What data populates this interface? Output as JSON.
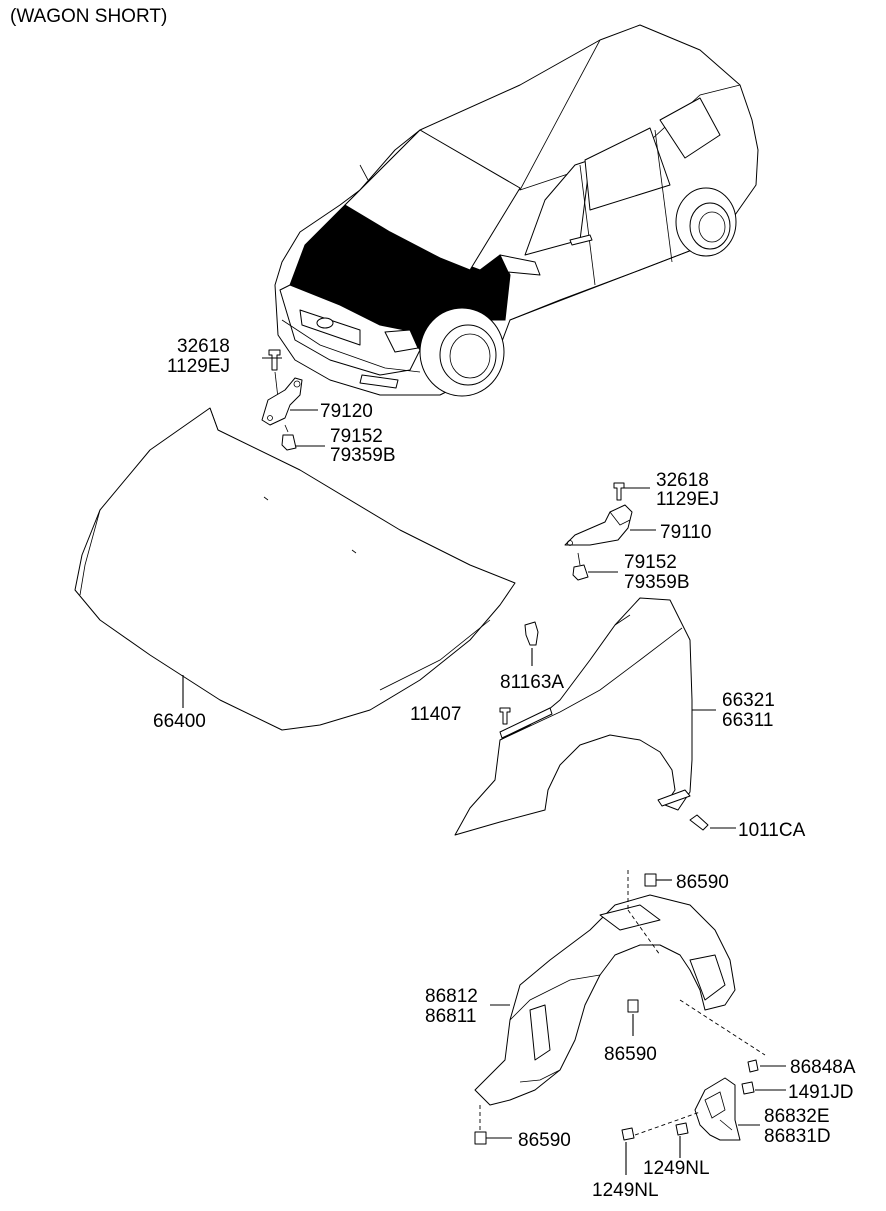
{
  "header": {
    "variant": "(WAGON SHORT)"
  },
  "labels": {
    "hood": "66400",
    "left_hinge_bolt_a": "32618",
    "left_hinge_bolt_b": "1129EJ",
    "left_hinge": "79120",
    "left_hinge_nut_a": "79152",
    "left_hinge_nut_b": "79359B",
    "right_hinge_bolt_a": "32618",
    "right_hinge_bolt_b": "1129EJ",
    "right_hinge": "79110",
    "right_hinge_nut_a": "79152",
    "right_hinge_nut_b": "79359B",
    "fender_clip": "81163A",
    "fender_bolt": "11407",
    "fender_a": "66321",
    "fender_b": "66311",
    "fender_lower_bolt": "1011CA",
    "guard_screw_top": "86590",
    "guard_a": "86812",
    "guard_b": "86811",
    "guard_screw_mid": "86590",
    "guard_screw_bottom": "86590",
    "mudguard_nut": "86848A",
    "mudguard_clip": "1491JD",
    "mudguard_a": "86832E",
    "mudguard_b": "86831D",
    "mudguard_screw_a": "1249NL",
    "mudguard_screw_b": "1249NL"
  }
}
